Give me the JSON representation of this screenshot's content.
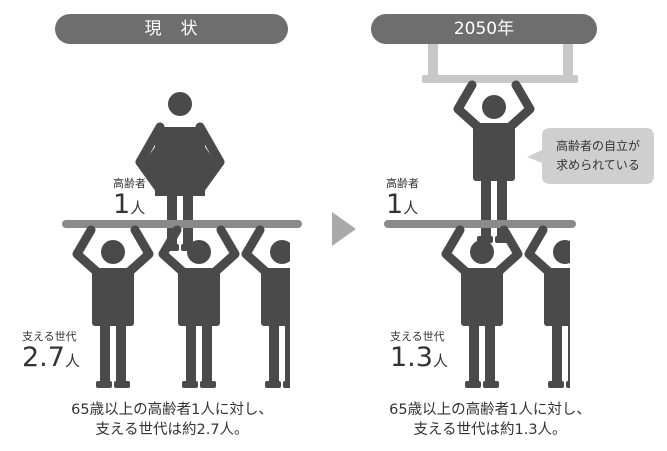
{
  "left_panel": {
    "header": "現　状",
    "senior_label": "高齢者",
    "senior_count": "1",
    "senior_unit": "人",
    "support_label": "支える世代",
    "support_count": "2.7",
    "support_unit": "人",
    "caption_line1": "65歳以上の高齢者1人に対し、",
    "caption_line2": "支える世代は約2.7人。"
  },
  "right_panel": {
    "header": "2050年",
    "senior_label": "高齢者",
    "senior_count": "1",
    "senior_unit": "人",
    "support_label": "支える世代",
    "support_count": "1.3",
    "support_unit": "人",
    "bubble_line1": "高齢者の自立が",
    "bubble_line2": "求められている",
    "caption_line1": "65歳以上の高齢者1人に対し、",
    "caption_line2": "支える世代は約1.3人。"
  },
  "colors": {
    "figure": "#4a4a4a",
    "plank": "#8a8a8a",
    "pill": "#6e6e6e",
    "arrow": "#a9a9a9",
    "bubble": "#cfcfcf",
    "bar": "#c8c8c8"
  }
}
